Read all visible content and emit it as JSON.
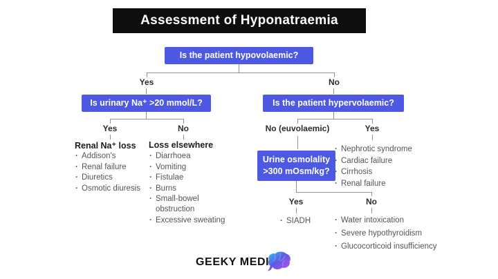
{
  "title": "Assessment of Hyponatraemia",
  "flowchart": {
    "q1": "Is the patient hypovolaemic?",
    "q1_yes": "Yes",
    "q1_no": "No",
    "q2": "Is urinary Na⁺ >20 mmol/L?",
    "q2_yes": "Yes",
    "q2_no": "No",
    "q3": "Is the patient hypervolaemic?",
    "q3_no": "No (euvolaemic)",
    "q3_yes": "Yes",
    "q4_line1": "Urine osmolality",
    "q4_line2": ">300 mOsm/kg?",
    "q4_yes": "Yes",
    "q4_no": "No",
    "renal_loss": {
      "heading": "Renal Na⁺ loss",
      "items": [
        "Addison's",
        "Renal failure",
        "Diuretics",
        "Osmotic diuresis"
      ]
    },
    "loss_elsewhere": {
      "heading": "Loss elsewhere",
      "items": [
        "Diarrhoea",
        "Vomiting",
        "Fistulae",
        "Burns",
        "Small-bowel obstruction",
        "Excessive sweating"
      ]
    },
    "hypervolaemic_causes": [
      "Nephrotic syndrome",
      "Cardiac failure",
      "Cirrhosis",
      "Renal failure"
    ],
    "high_osmolality_causes": [
      "SIADH"
    ],
    "low_osmolality_causes": [
      "Water intoxication",
      "Severe hypothyroidism",
      "Glucocorticoid insufficiency"
    ]
  },
  "logo": {
    "text": "GEEKY MEDICS",
    "icon": "brain-icon"
  },
  "colors": {
    "question_box": "#4e59e3",
    "title_bg": "#0e0e0e",
    "connector": "#8f8f8f",
    "list_text": "#545454",
    "brain_gradient": [
      "#2bc8f0",
      "#5b5ce2",
      "#c44df0"
    ]
  }
}
